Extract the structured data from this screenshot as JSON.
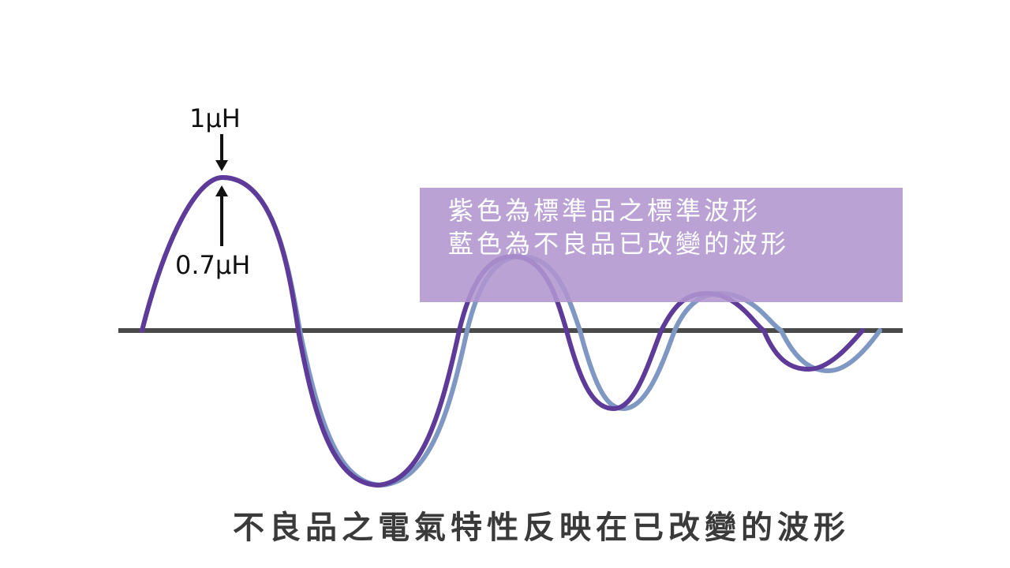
{
  "diagram": {
    "peak_upper_label": "1μH",
    "peak_lower_label": "0.7μH",
    "legend": {
      "line1": "紫色為標準品之標準波形",
      "line2": "藍色為不良品已改變的波形"
    },
    "caption": "不良品之電氣特性反映在已改變的波形"
  },
  "colors": {
    "standard_wave": "#5e3b98",
    "defective_wave": "#7e97c3",
    "baseline": "#4a4a4a",
    "legend_bg": "#b195cf",
    "arrow": "#111111"
  }
}
